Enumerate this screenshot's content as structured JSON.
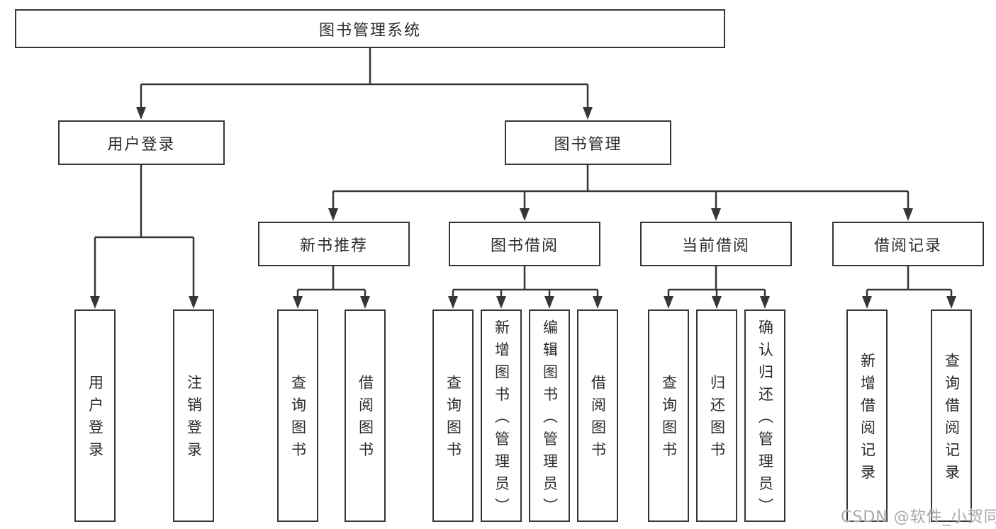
{
  "diagram": {
    "title": "图书管理系统",
    "root": {
      "label": "图书管理系统"
    },
    "level2": {
      "user_login": {
        "label": "用户登录"
      },
      "book_mgmt": {
        "label": "图书管理"
      }
    },
    "level3": {
      "new_books": {
        "label": "新书推荐"
      },
      "borrowing": {
        "label": "图书借阅"
      },
      "current": {
        "label": "当前借阅"
      },
      "records": {
        "label": "借阅记录"
      }
    },
    "leaves": {
      "user_login": {
        "label": "用户登录"
      },
      "logout": {
        "label": "注销登录"
      },
      "nb_query": {
        "label": "查询图书"
      },
      "nb_borrow": {
        "label": "借阅图书"
      },
      "bw_query": {
        "label": "查询图书"
      },
      "bw_add_admin": {
        "label": "新增图书（管理员）"
      },
      "bw_edit_admin": {
        "label": "编辑图书（管理员）"
      },
      "bw_borrow": {
        "label": "借阅图书"
      },
      "cur_query": {
        "label": "查询图书"
      },
      "cur_return": {
        "label": "归还图书"
      },
      "cur_confirm_admin": {
        "label": "确认归还（管理员）"
      },
      "rec_add": {
        "label": "新增借阅记录"
      },
      "rec_query": {
        "label": "查询借阅记录"
      }
    }
  },
  "watermark": {
    "text": "CSDN @软件_小贺同学"
  },
  "colors": {
    "line": "#363636",
    "border": "#363636",
    "text": "#2b2b2b",
    "watermark": "#a8a8a8",
    "background": "#ffffff"
  }
}
